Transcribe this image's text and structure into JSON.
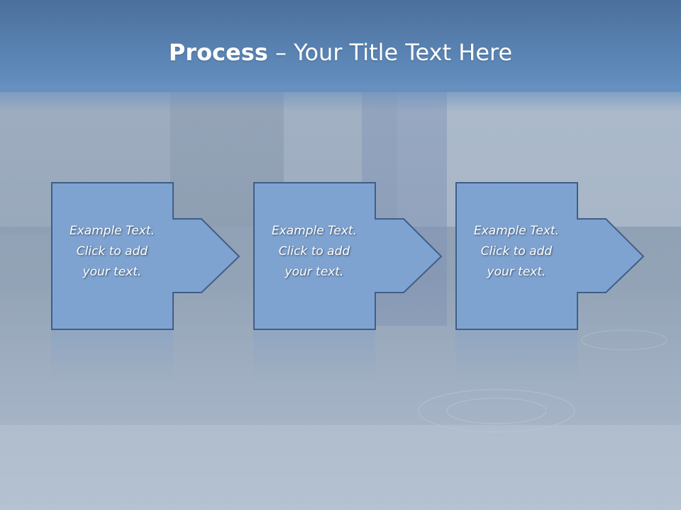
{
  "slide": {
    "title_bold": "Process",
    "title_dash": " – ",
    "title_rest": "Your Title Text Here"
  },
  "steps": [
    {
      "line1": "Example Text.",
      "line2": "Click  to add",
      "line3": "your text."
    },
    {
      "line1": "Example Text.",
      "line2": "Click  to add",
      "line3": "your text."
    },
    {
      "line1": "Example Text.",
      "line2": "Click  to add",
      "line3": "your text."
    }
  ],
  "colors": {
    "title_band": "#5a84b4",
    "arrow_fill": "#7ea3d1",
    "arrow_stroke": "#3f5f86",
    "text": "#ffffff"
  }
}
